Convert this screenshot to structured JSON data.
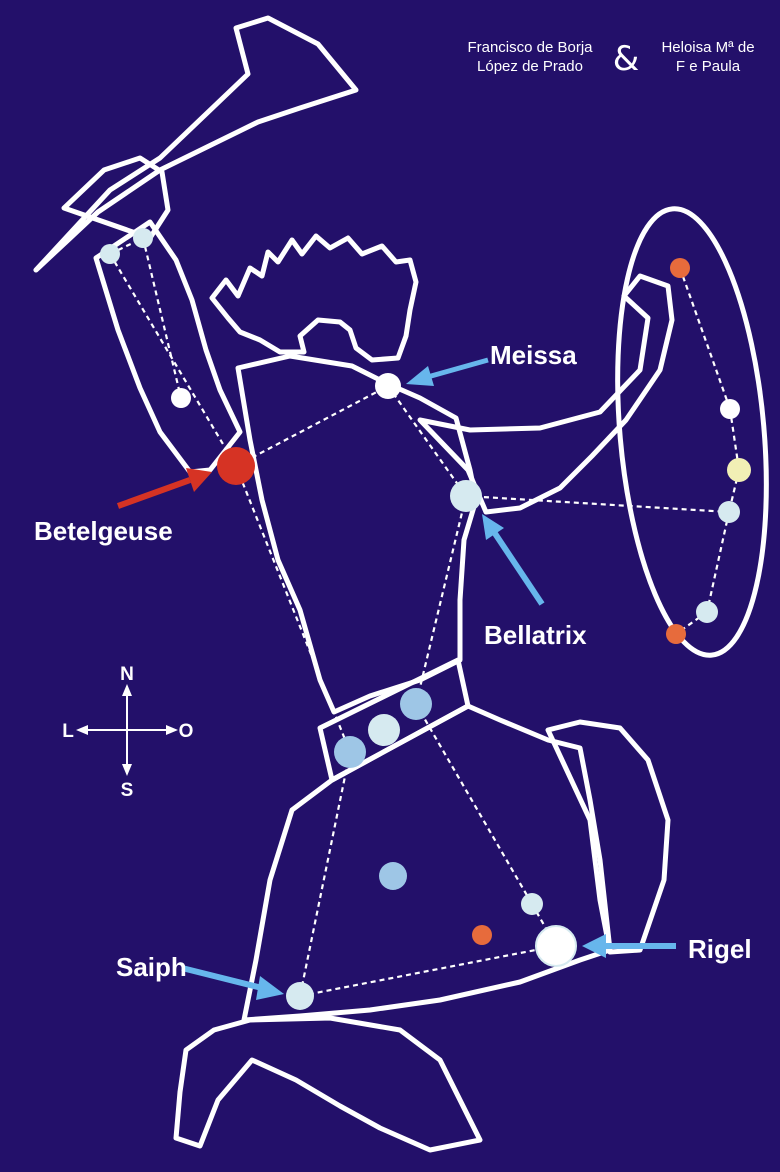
{
  "credits": {
    "author1_line1": "Francisco de Borja",
    "author1_line2": "López de Prado",
    "ampersand": "&",
    "author2_line1": "Heloisa Mª de",
    "author2_line2": "F  e Paula"
  },
  "compass": {
    "north": "N",
    "south": "S",
    "east": "L",
    "west": "O"
  },
  "labels": {
    "meissa": "Meissa",
    "betelgeuse": "Betelgeuse",
    "bellatrix": "Bellatrix",
    "saiph": "Saiph",
    "rigel": "Rigel"
  },
  "colors": {
    "background": "#23106a",
    "outline": "#ffffff",
    "betelgeuse": "#d63324",
    "arrow_blue": "#67b6ec",
    "arrow_red": "#d63324",
    "star_white": "#ffffff",
    "star_pale_blue": "#d6eaf0",
    "star_blue": "#9ec6e6",
    "star_orange": "#e76b3c",
    "star_yellow": "#f1efb5"
  }
}
